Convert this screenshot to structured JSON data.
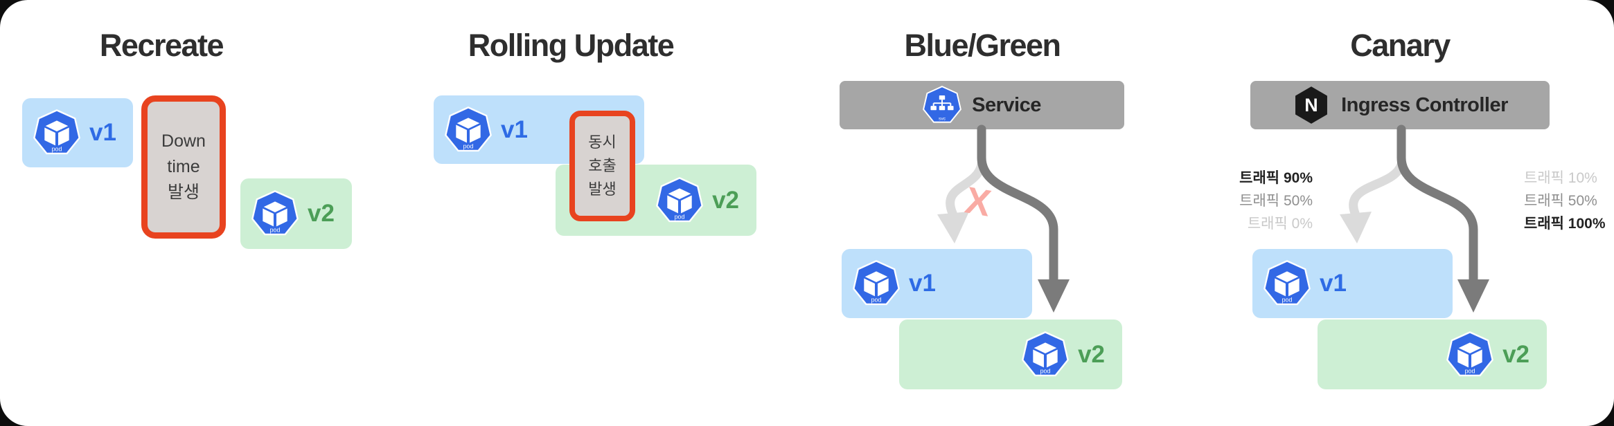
{
  "colors": {
    "pod_blue": "#3268E5",
    "box_blue": "#BEE0FB",
    "box_green": "#CDEFD4",
    "bar_gray": "#A6A6A6",
    "warning_fill": "#D8D3D1",
    "warning_border": "#E8431F",
    "v1_text": "#2E6BE5",
    "v2_text": "#4C9E57",
    "arrow_dark": "#7b7b7b",
    "arrow_light": "#DBDBDB",
    "x_mark_pink": "#F9ABA4",
    "title_text": "#2e2e2e"
  },
  "icons": {
    "pod_label": "pod",
    "svc_label": "svc",
    "nginx_letter": "N"
  },
  "sections": {
    "recreate": {
      "title": "Recreate",
      "v1_label": "v1",
      "v2_label": "v2",
      "warning_line1": "Down",
      "warning_line2": "time",
      "warning_line3": "발생"
    },
    "rolling": {
      "title": "Rolling Update",
      "v1_label": "v1",
      "v2_label": "v2",
      "warning_line1": "동시",
      "warning_line2": "호출",
      "warning_line3": "발생"
    },
    "bluegreen": {
      "title": "Blue/Green",
      "service_label": "Service",
      "v1_label": "v1",
      "v2_label": "v2",
      "x_mark": "X"
    },
    "canary": {
      "title": "Canary",
      "ingress_label": "Ingress Controller",
      "v1_label": "v1",
      "v2_label": "v2",
      "traffic_left": [
        "트래픽 90%",
        "트래픽 50%",
        "트래픽 0%"
      ],
      "traffic_right": [
        "트래픽 10%",
        "트래픽 50%",
        "트래픽 100%"
      ]
    }
  }
}
